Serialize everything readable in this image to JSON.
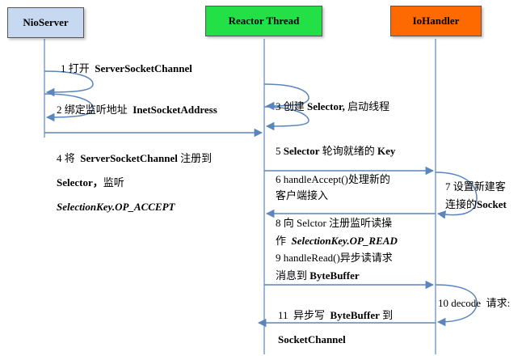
{
  "actors": {
    "nio_server": "NioServer",
    "reactor_thread": "Reactor Thread",
    "io_handler": "IoHandler"
  },
  "colors": {
    "nio_server_fill": "#c6d9f1",
    "reactor_fill": "#22e046",
    "io_handler_fill": "#fe6a00",
    "lifeline": "#7f9fc4",
    "arrow": "#5b86bd"
  },
  "steps": {
    "s1": {
      "num": "1",
      "cn": "打开",
      "bold": "ServerSocketChannel"
    },
    "s2": {
      "num": "2",
      "cn": "绑定监听地址",
      "bold": "InetSocketAddress"
    },
    "s3": {
      "num": "3",
      "cn": "创建",
      "bold": "Selector,",
      "cn2": "启动线程"
    },
    "s4": {
      "line1_num": "4",
      "line1_cn": "将",
      "line1_bold": "ServerSocketChannel",
      "line1_cn2": "注册到",
      "line2_bold": "Selector，",
      "line2_cn": "监听",
      "line3_italic": "SelectionKey.OP_ACCEPT"
    },
    "s5": {
      "num": "5",
      "bold": "Selector",
      "cn": "轮询就绪的",
      "bold2": "Key"
    },
    "s6": {
      "line1": "6 handleAccept()处理新的",
      "line2": "客户端接入"
    },
    "s7": {
      "line1": "7 设置新建客",
      "line2_cn": "连接的",
      "line2_bold": "Socket"
    },
    "s8": {
      "line1_num": "8",
      "line1_cn": "向 Selctor 注册监听读操",
      "line2_cn": "作",
      "line2_italic": "SelectionKey.OP_READ"
    },
    "s9": {
      "line1": "9 handleRead()异步读请求",
      "line2_cn": "消息到",
      "line2_bold": "ByteBuffer"
    },
    "s10": {
      "text": "10 decode",
      "cn": "请求:"
    },
    "s11": {
      "num": "11",
      "cn": "异步写",
      "bold": "ByteBuffer",
      "cn2": "到",
      "line2_bold": "SocketChannel"
    }
  }
}
